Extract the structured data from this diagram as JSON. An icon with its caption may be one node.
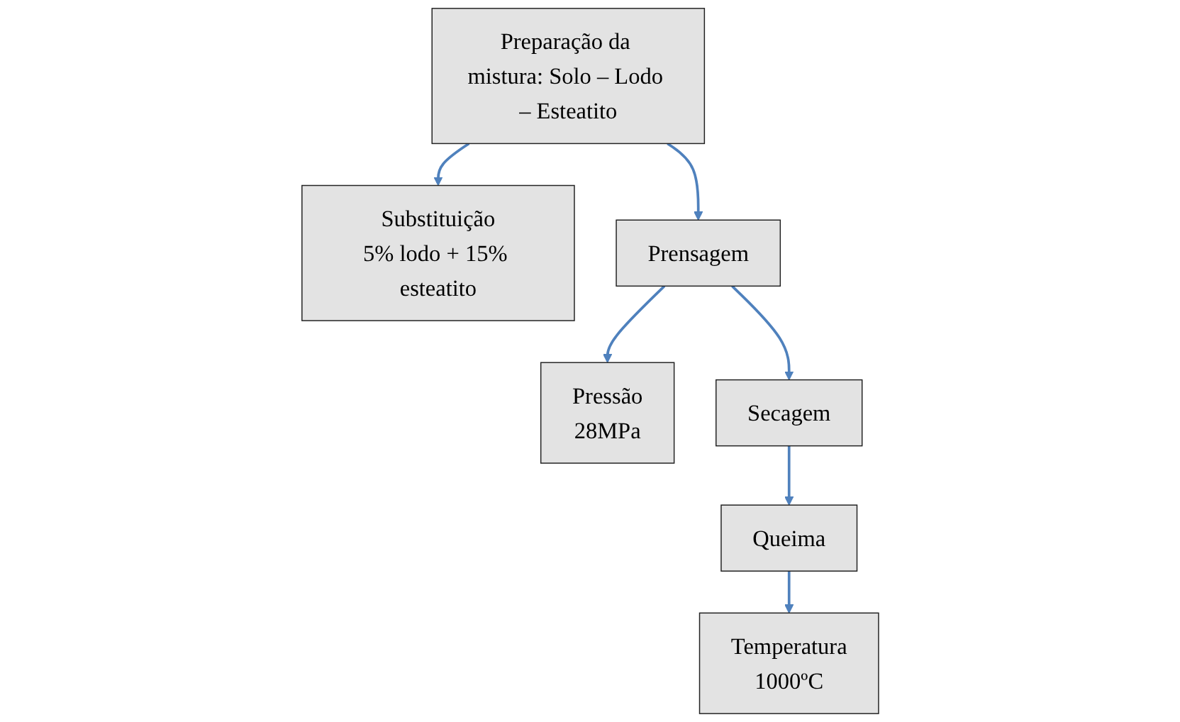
{
  "diagram": {
    "nodes": [
      {
        "text": [
          "Preparação da mistura: Solo – Lodo – Esteatito"
        ]
      },
      {
        "text": [
          "Substituição",
          "5% lodo + 15% esteatito"
        ]
      },
      {
        "text": [
          "Prensagem"
        ]
      },
      {
        "text": [
          "Pressão",
          "28MPa"
        ]
      },
      {
        "text": [
          "Secagem"
        ]
      },
      {
        "text": [
          "Queima"
        ]
      },
      {
        "text": [
          "Temperatura",
          "1000ºC"
        ]
      }
    ],
    "edges": [
      {
        "from": 0,
        "to": 1,
        "arrow": "to"
      },
      {
        "from": 0,
        "to": 2,
        "arrow": "to"
      },
      {
        "from": 2,
        "to": 3,
        "arrow": "to"
      },
      {
        "from": 2,
        "to": 4,
        "arrow": "to"
      },
      {
        "from": 4,
        "to": 5,
        "arrow": "to"
      },
      {
        "from": 5,
        "to": 6,
        "arrow": "to"
      }
    ]
  }
}
